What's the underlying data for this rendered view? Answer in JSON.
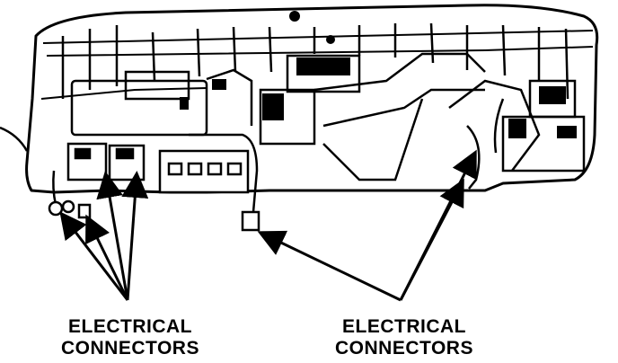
{
  "figure": {
    "subject": "instrument-panel",
    "callouts": [
      {
        "line1": "ELECTRICAL",
        "line2": "CONNECTORS"
      },
      {
        "line1": "ELECTRICAL",
        "line2": "CONNECTORS"
      }
    ]
  },
  "colors": {
    "ink": "#000000",
    "paper": "#ffffff"
  }
}
